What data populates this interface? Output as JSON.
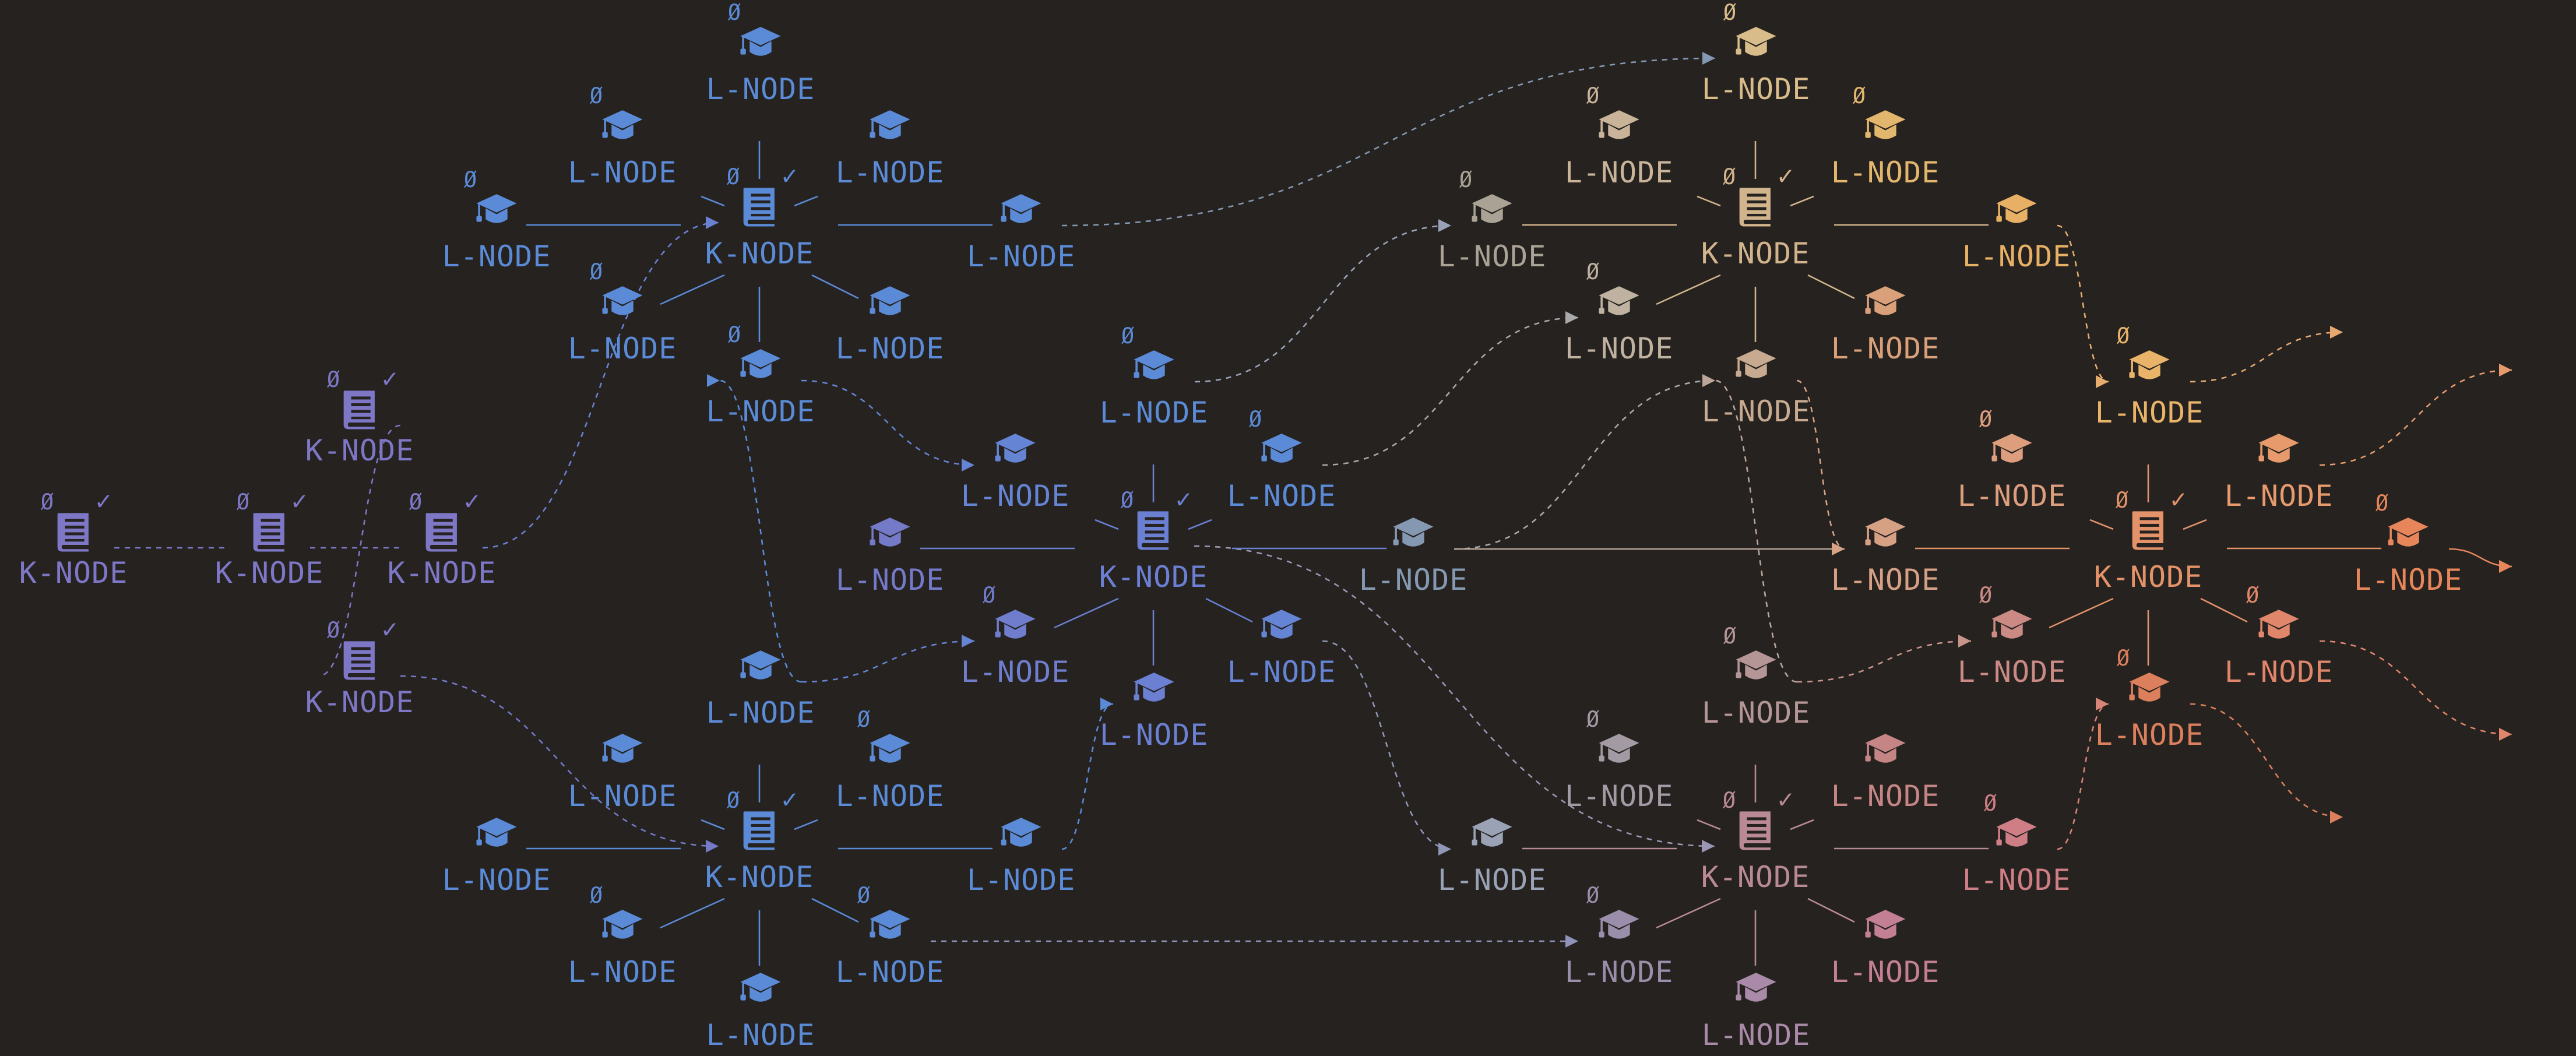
{
  "diagram": {
    "k_label": "K-NODE",
    "l_label": "L-NODE",
    "zero_mark": "Ø",
    "check_mark": "✓",
    "book_icon": "book-icon",
    "cap_icon": "graduation-cap-icon",
    "colors": {
      "background": "#252220",
      "blue": "#5b8ad6",
      "violet": "#7c75c4",
      "slate": "#8598b2",
      "tan": "#d2b98c",
      "gold": "#e9b46a",
      "peach": "#dd9a7a",
      "orange": "#e58a5c",
      "rose": "#c27f86",
      "mauve": "#a48ea6"
    },
    "nodes": [
      {
        "id": "k1",
        "type": "k",
        "color": "#7e77c6",
        "zero": true,
        "check": true
      },
      {
        "id": "k2",
        "type": "k",
        "color": "#7e77c6",
        "zero": true,
        "check": true
      },
      {
        "id": "k3",
        "type": "k",
        "color": "#7e77c6",
        "zero": true,
        "check": true
      },
      {
        "id": "k4",
        "type": "k",
        "color": "#7e77c6",
        "zero": true,
        "check": true
      },
      {
        "id": "k5",
        "type": "k",
        "color": "#7e77c6",
        "zero": true,
        "check": true
      },
      {
        "id": "A",
        "type": "k",
        "color": "#5b8ad6",
        "zero": true,
        "check": true
      },
      {
        "id": "A_n",
        "type": "l",
        "color": "#5b8ad6",
        "zero": true
      },
      {
        "id": "A_nw",
        "type": "l",
        "color": "#5b8ad6",
        "zero": true
      },
      {
        "id": "A_ne",
        "type": "l",
        "color": "#5b8ad6",
        "zero": false
      },
      {
        "id": "A_w",
        "type": "l",
        "color": "#5b8ad6",
        "zero": true
      },
      {
        "id": "A_e",
        "type": "l",
        "color": "#5b8ad6",
        "zero": false
      },
      {
        "id": "A_sw",
        "type": "l",
        "color": "#5b8ad6",
        "zero": true
      },
      {
        "id": "A_se",
        "type": "l",
        "color": "#5b8ad6",
        "zero": false
      },
      {
        "id": "A_s",
        "type": "l",
        "color": "#5b8ad6",
        "zero": true
      },
      {
        "id": "C",
        "type": "k",
        "color": "#6b80d2",
        "zero": true,
        "check": true
      },
      {
        "id": "C_n",
        "type": "l",
        "color": "#5b8ad6",
        "zero": true
      },
      {
        "id": "C_nw",
        "type": "l",
        "color": "#6584d4",
        "zero": false
      },
      {
        "id": "C_ne",
        "type": "l",
        "color": "#5f88d6",
        "zero": false
      },
      {
        "id": "C_w",
        "type": "l",
        "color": "#7479c8",
        "zero": false
      },
      {
        "id": "C_e",
        "type": "l",
        "color": "#5b8ad6",
        "zero": true
      },
      {
        "id": "C_sw",
        "type": "l",
        "color": "#6f7dcc",
        "zero": true
      },
      {
        "id": "C_se",
        "type": "l",
        "color": "#6584d4",
        "zero": false
      },
      {
        "id": "C_s",
        "type": "l",
        "color": "#6b80d2",
        "zero": false
      },
      {
        "id": "B",
        "type": "k",
        "color": "#5b8ad6",
        "zero": true,
        "check": true
      },
      {
        "id": "B_n",
        "type": "l",
        "color": "#5b8ad6",
        "zero": false
      },
      {
        "id": "B_nw",
        "type": "l",
        "color": "#5b8ad6",
        "zero": false
      },
      {
        "id": "B_ne",
        "type": "l",
        "color": "#5b8ad6",
        "zero": true
      },
      {
        "id": "B_w",
        "type": "l",
        "color": "#5b8ad6",
        "zero": false
      },
      {
        "id": "B_e",
        "type": "l",
        "color": "#5b8ad6",
        "zero": false
      },
      {
        "id": "B_sw",
        "type": "l",
        "color": "#5b8ad6",
        "zero": true
      },
      {
        "id": "B_se",
        "type": "l",
        "color": "#5b8ad6",
        "zero": true
      },
      {
        "id": "B_s",
        "type": "l",
        "color": "#5b8ad6",
        "zero": false
      },
      {
        "id": "B_far",
        "type": "l",
        "color": "#8598b2",
        "zero": false
      },
      {
        "id": "D",
        "type": "k",
        "color": "#d2b48c",
        "zero": true,
        "check": true
      },
      {
        "id": "D_n",
        "type": "l",
        "color": "#d8bd8a",
        "zero": true
      },
      {
        "id": "D_nw",
        "type": "l",
        "color": "#c9b49a",
        "zero": true
      },
      {
        "id": "D_ne",
        "type": "l",
        "color": "#e3b66e",
        "zero": true
      },
      {
        "id": "D_w",
        "type": "l",
        "color": "#a9a295",
        "zero": true
      },
      {
        "id": "D_e",
        "type": "l",
        "color": "#e8b064",
        "zero": false
      },
      {
        "id": "D_sw",
        "type": "l",
        "color": "#bfb2a0",
        "zero": true
      },
      {
        "id": "D_se",
        "type": "l",
        "color": "#d9a07a",
        "zero": false
      },
      {
        "id": "D_s",
        "type": "l",
        "color": "#c7aa90",
        "zero": false
      },
      {
        "id": "F",
        "type": "k",
        "color": "#e3926a",
        "zero": true,
        "check": true
      },
      {
        "id": "F_n",
        "type": "l",
        "color": "#e9b46a",
        "zero": true
      },
      {
        "id": "F_nw",
        "type": "l",
        "color": "#dd9e7e",
        "zero": true
      },
      {
        "id": "F_ne",
        "type": "l",
        "color": "#e79a6c",
        "zero": false
      },
      {
        "id": "F_w",
        "type": "l",
        "color": "#d6a085",
        "zero": false
      },
      {
        "id": "F_e",
        "type": "l",
        "color": "#e7865a",
        "zero": true
      },
      {
        "id": "F_sw",
        "type": "l",
        "color": "#cb8a84",
        "zero": true
      },
      {
        "id": "F_se",
        "type": "l",
        "color": "#e0866a",
        "zero": true
      },
      {
        "id": "F_s",
        "type": "l",
        "color": "#dc7f5c",
        "zero": true
      },
      {
        "id": "E",
        "type": "k",
        "color": "#b98a96",
        "zero": true,
        "check": true
      },
      {
        "id": "E_n",
        "type": "l",
        "color": "#b59696",
        "zero": true
      },
      {
        "id": "E_nw",
        "type": "l",
        "color": "#a39aa4",
        "zero": true
      },
      {
        "id": "E_ne",
        "type": "l",
        "color": "#c58585",
        "zero": false
      },
      {
        "id": "E_w",
        "type": "l",
        "color": "#9aa3b6",
        "zero": false
      },
      {
        "id": "E_e",
        "type": "l",
        "color": "#cf7e86",
        "zero": true
      },
      {
        "id": "E_sw",
        "type": "l",
        "color": "#9a8eaa",
        "zero": true
      },
      {
        "id": "E_se",
        "type": "l",
        "color": "#c37f94",
        "zero": false
      },
      {
        "id": "E_s",
        "type": "l",
        "color": "#a98aa8",
        "zero": false
      }
    ],
    "connections": [
      {
        "from": "k1",
        "to": "k2",
        "style": "dashed",
        "color": "#7e77c6"
      },
      {
        "from": "k2",
        "to": "k3",
        "style": "dashed",
        "color": "#7e77c6"
      },
      {
        "from": "k4",
        "to": "k5",
        "style": "dashed",
        "color": "#7e77c6"
      },
      {
        "from": "k3",
        "to": "A",
        "style": "dashed",
        "arrow": true,
        "color": "#6b80d2"
      },
      {
        "from": "k5",
        "to": "B",
        "style": "dashed",
        "arrow": true,
        "color": "#7479c8"
      },
      {
        "from": "B_n",
        "to": "A_s",
        "style": "dashed",
        "arrow": true,
        "color": "#5b8ad6"
      },
      {
        "from": "A_e",
        "to": "D_n",
        "style": "dashed",
        "arrow": true,
        "color": "#8598b2"
      },
      {
        "from": "A_s",
        "to": "C_nw",
        "style": "dashed",
        "arrow": true,
        "color": "#6584d4"
      },
      {
        "from": "B_n",
        "to": "C_sw",
        "style": "dashed",
        "arrow": true,
        "color": "#6584d4"
      },
      {
        "from": "B_e",
        "to": "C_s",
        "style": "dashed",
        "arrow": true,
        "color": "#5b8ad6"
      },
      {
        "from": "C_n",
        "to": "D_w",
        "style": "dashed",
        "arrow": true,
        "color": "#9aa3b6"
      },
      {
        "from": "C_e",
        "to": "D_sw",
        "style": "dashed",
        "arrow": true,
        "color": "#a9a8aa"
      },
      {
        "from": "B_far",
        "to": "D_s",
        "style": "dashed",
        "arrow": true,
        "color": "#a9a8aa"
      },
      {
        "from": "B_far",
        "to": "F_w",
        "style": "solid",
        "arrow": true,
        "color": "#b5a59a"
      },
      {
        "from": "C",
        "to": "E",
        "style": "dashed",
        "arrow": true,
        "color": "#9a97b4"
      },
      {
        "from": "C_se",
        "to": "E_w",
        "style": "dashed",
        "arrow": true,
        "color": "#8f96b6"
      },
      {
        "from": "B_se",
        "to": "E_sw",
        "style": "dashed",
        "arrow": true,
        "color": "#8f93b8"
      },
      {
        "from": "E_n",
        "to": "D_s",
        "style": "dashed",
        "arrow": true,
        "color": "#bca69a"
      },
      {
        "from": "E_n",
        "to": "F_sw",
        "style": "dashed",
        "arrow": true,
        "color": "#c9948a"
      },
      {
        "from": "D_s",
        "to": "F_w",
        "style": "dashed",
        "arrow": true,
        "color": "#d7a486"
      },
      {
        "from": "D_e",
        "to": "F_n",
        "style": "dashed",
        "arrow": true,
        "color": "#e7ad6c"
      },
      {
        "from": "E_e",
        "to": "F_s",
        "style": "dashed",
        "arrow": true,
        "color": "#d98478"
      },
      {
        "from": "F_n",
        "to": "out1",
        "style": "dashed",
        "arrow": true,
        "color": "#e7a870"
      },
      {
        "from": "F_ne",
        "to": "out2",
        "style": "dashed",
        "arrow": true,
        "color": "#e79a6c"
      },
      {
        "from": "F_e",
        "to": "out3",
        "style": "solid",
        "arrow": true,
        "color": "#e7865a"
      },
      {
        "from": "F_se",
        "to": "out4",
        "style": "dashed",
        "arrow": true,
        "color": "#e0866a"
      },
      {
        "from": "F_s",
        "to": "out5",
        "style": "dashed",
        "arrow": true,
        "color": "#dc7f5c"
      }
    ]
  }
}
